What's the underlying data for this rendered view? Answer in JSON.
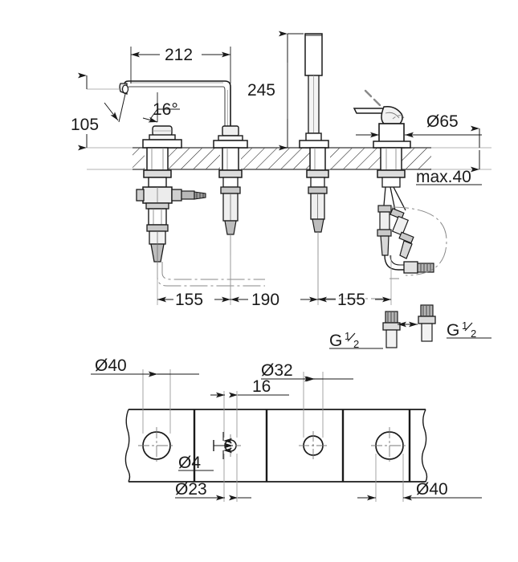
{
  "drawing": {
    "title": "Bath tub mixer installation drawing",
    "line_color": "#1a1a1a",
    "thin_line_color": "#6b6b6b",
    "background": "#ffffff",
    "views": [
      {
        "name": "elevation-view",
        "description": "Side elevation showing spout, hand shower, lever mixer mounted in deck"
      },
      {
        "name": "plan-view",
        "description": "Deck hole drilling plan with four holes"
      }
    ],
    "dimensions": {
      "spout_reach": "212",
      "spout_height": "105",
      "spout_angle": "16°",
      "handshower_height": "245",
      "handle_diameter": "Ø65",
      "deck_thickness": "max.40",
      "spacing_left": "155",
      "spacing_center": "190",
      "spacing_right": "155",
      "hole_1": "Ø40",
      "hole_2": "Ø23",
      "hole_small": "Ø4",
      "hole_offset": "16",
      "hole_3": "Ø32",
      "hole_4": "Ø40",
      "thread_left": "G",
      "thread_left_num": "1",
      "thread_left_den": "2",
      "thread_right": "G",
      "thread_right_num": "1",
      "thread_right_den": "2"
    }
  }
}
